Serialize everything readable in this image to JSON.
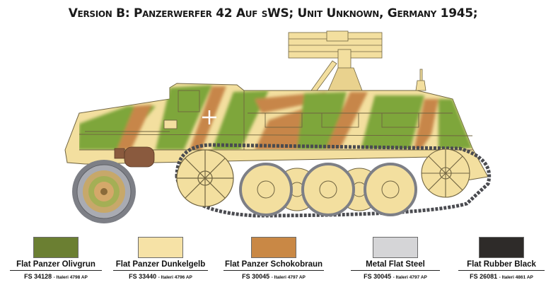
{
  "header": {
    "title": "Version  B: Panzerwerfer 42 Auf sWS; Unit Unknown, Germany 1945;"
  },
  "illustration": {
    "subject": "Panzerwerfer 42 auf sWS half-track, side profile",
    "camouflage_colors": {
      "base": "#f3df9f",
      "green": "#7ea63a",
      "brown": "#c7864a"
    },
    "markings": [
      "balkenkreuz-icon",
      "data-plate",
      "rear-stencil"
    ]
  },
  "swatches": [
    {
      "name": "Flat Panzer Olivgrun",
      "fs": "FS 34128",
      "italeri": "- Italeri 4798 AP",
      "color": "#6b7f32"
    },
    {
      "name": "Flat Panzer Dunkelgelb",
      "fs": "FS 33440",
      "italeri": "- Italeri 4796 AP",
      "color": "#f6e2a6"
    },
    {
      "name": "Flat Panzer Schokobraun",
      "fs": "FS 30045",
      "italeri": "- Italeri 4797 AP",
      "color": "#c98845"
    },
    {
      "name": "Metal Flat Steel",
      "fs": "FS 30045",
      "italeri": "- Italeri 4797 AP",
      "color": "#d5d5d7"
    },
    {
      "name": "Flat Rubber Black",
      "fs": "FS 26081",
      "italeri": "- Italeri 4861 AP",
      "color": "#2e2b29"
    }
  ]
}
